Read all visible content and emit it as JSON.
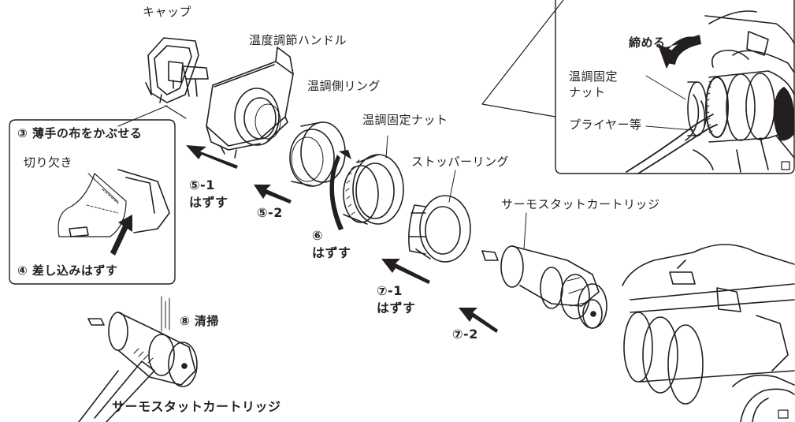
{
  "labels": {
    "cap": "キャップ",
    "temp_handle": "温度調節ハンドル",
    "temp_side_ring": "温調側リング",
    "temp_fix_nut": "温調固定ナット",
    "stopper_ring": "ストッパーリング",
    "thermostat_cartridge": "サーモスタットカートリッジ",
    "tighten": "締める",
    "inset_fix_nut": "温調固定\nナット",
    "pliers": "プライヤー等",
    "step3": "③ 薄手の布をかぶせる",
    "notch": "切り欠き",
    "step4": "④ 差し込みはずす",
    "step5_1": "⑤-1\nはずす",
    "step5_2": "⑤-2",
    "step6": "⑥\nはずす",
    "step7_1": "⑦-1\nはずす",
    "step7_2": "⑦-2",
    "step8": "⑧ 清掃",
    "thermostat_cartridge_bottom": "サーモスタットカートリッジ"
  }
}
